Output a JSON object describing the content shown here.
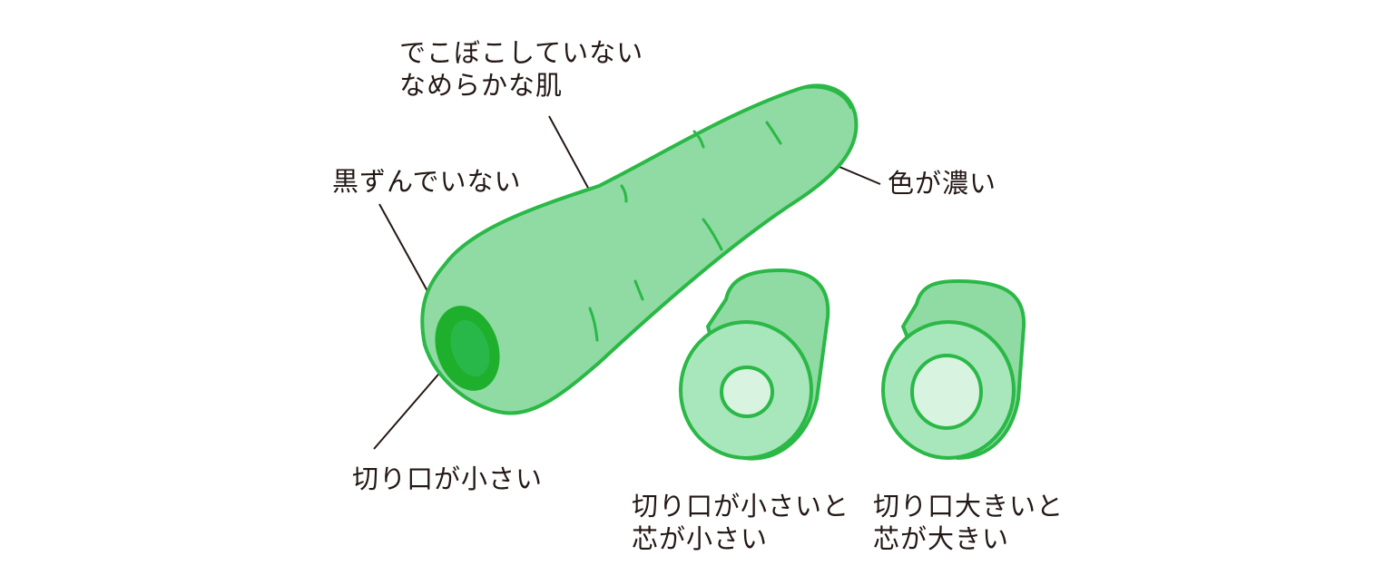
{
  "colors": {
    "body_fill": "#8fdba3",
    "outline": "#2ab846",
    "cut_dark": "#1eb02c",
    "cut_face": "#a8e6bc",
    "core": "#d8f4e0",
    "ink": "#231815"
  },
  "labels": {
    "smooth_skin": {
      "line1": "でこぼこしていない",
      "line2": "なめらかな肌"
    },
    "not_blackened": "黒ずんでいない",
    "deep_color": "色が濃い",
    "small_cut_end": "切り口が小さい",
    "small_cut_small_core": {
      "line1": "切り口が小さいと",
      "line2": "芯が小さい"
    },
    "large_cut_large_core": {
      "line1": "切り口大きいと",
      "line2": "芯が大きい"
    }
  }
}
